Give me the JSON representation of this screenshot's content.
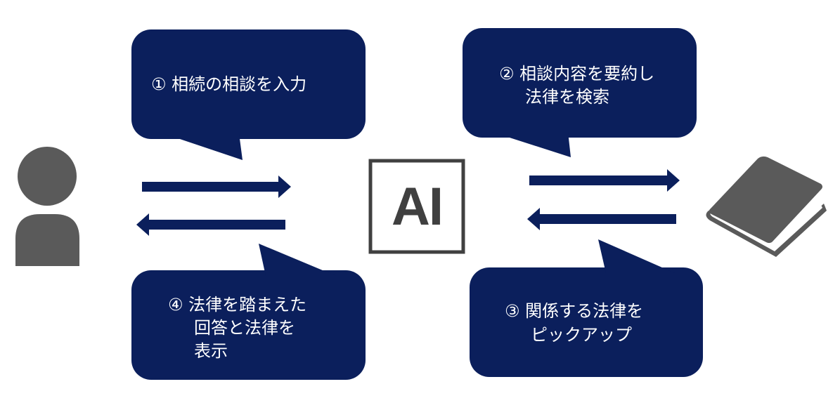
{
  "steps": {
    "step1": {
      "line1": "① 相続の相談を入力"
    },
    "step2": {
      "line1": "② 相談内容を要約し",
      "line2": "法律を検索"
    },
    "step3": {
      "line1": "③ 関係する法律を",
      "line2": "ピックアップ"
    },
    "step4": {
      "line1": "④ 法律を踏まえた",
      "line2": "回答と法律を",
      "line3": "表示"
    }
  },
  "ai_box": {
    "label": "AI"
  },
  "icons": {
    "user": "person-icon",
    "law": "book-icon"
  },
  "colors": {
    "navy": "#0b1f5c",
    "icon_gray": "#5a5a5a",
    "ai_gray": "#404040",
    "text": "#ffffff"
  }
}
